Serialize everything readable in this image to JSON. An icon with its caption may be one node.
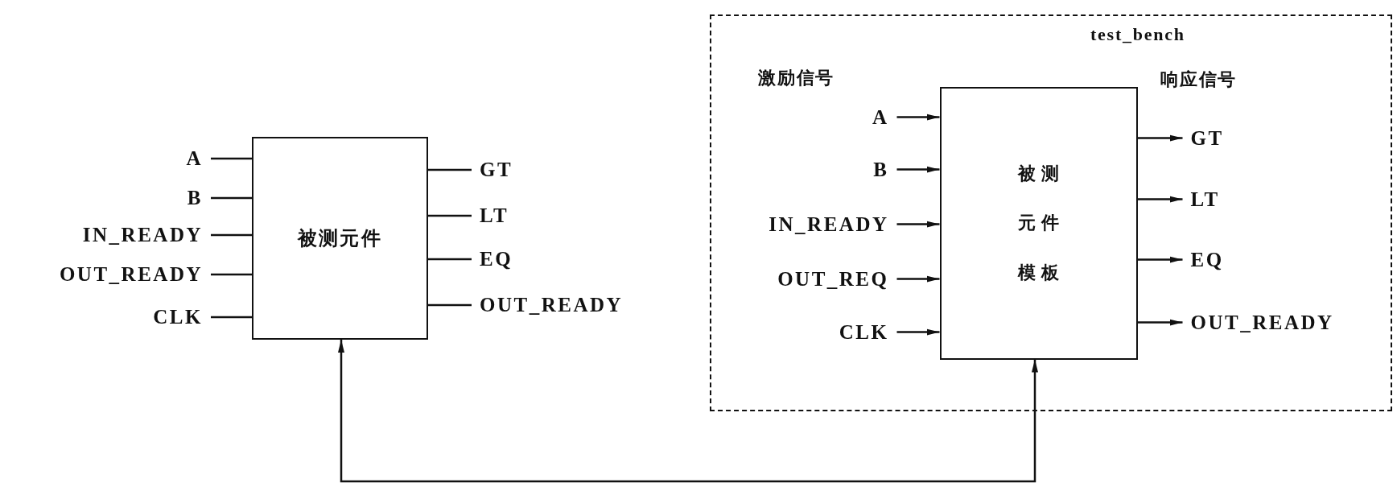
{
  "diagram": {
    "nodes": [
      {
        "text": [
          "被测元件"
        ]
      },
      {
        "text": [
          "A"
        ]
      },
      {
        "text": [
          "B"
        ]
      },
      {
        "text": [
          "IN_READY"
        ]
      },
      {
        "text": [
          "OUT_READY"
        ]
      },
      {
        "text": [
          "CLK"
        ]
      },
      {
        "text": [
          "GT"
        ]
      },
      {
        "text": [
          "LT"
        ]
      },
      {
        "text": [
          "EQ"
        ]
      },
      {
        "text": [
          "OUT_READY"
        ]
      },
      {
        "text": [
          "test_bench",
          "激励信号",
          "响应信号"
        ]
      },
      {
        "text": [
          "被测元件模板"
        ],
        "in": 10
      },
      {
        "text": [
          "A"
        ],
        "in": 10
      },
      {
        "text": [
          "B"
        ],
        "in": 10
      },
      {
        "text": [
          "IN_READY"
        ],
        "in": 10
      },
      {
        "text": [
          "OUT_REQ"
        ],
        "in": 10
      },
      {
        "text": [
          "CLK"
        ],
        "in": 10
      },
      {
        "text": [
          "GT"
        ],
        "in": 10
      },
      {
        "text": [
          "LT"
        ],
        "in": 10
      },
      {
        "text": [
          "EQ"
        ],
        "in": 10
      },
      {
        "text": [
          "OUT_READY"
        ],
        "in": 10
      }
    ],
    "edges": [
      {
        "from": 1,
        "to": 0,
        "arrow": "none"
      },
      {
        "from": 2,
        "to": 0,
        "arrow": "none"
      },
      {
        "from": 3,
        "to": 0,
        "arrow": "none"
      },
      {
        "from": 4,
        "to": 0,
        "arrow": "none"
      },
      {
        "from": 5,
        "to": 0,
        "arrow": "none"
      },
      {
        "from": 0,
        "to": 6,
        "arrow": "none"
      },
      {
        "from": 0,
        "to": 7,
        "arrow": "none"
      },
      {
        "from": 0,
        "to": 8,
        "arrow": "none"
      },
      {
        "from": 0,
        "to": 9,
        "arrow": "none"
      },
      {
        "from": 12,
        "to": 11,
        "arrow": "to"
      },
      {
        "from": 13,
        "to": 11,
        "arrow": "to"
      },
      {
        "from": 14,
        "to": 11,
        "arrow": "to"
      },
      {
        "from": 15,
        "to": 11,
        "arrow": "to"
      },
      {
        "from": 16,
        "to": 11,
        "arrow": "to"
      },
      {
        "from": 11,
        "to": 17,
        "arrow": "to"
      },
      {
        "from": 11,
        "to": 18,
        "arrow": "to"
      },
      {
        "from": 11,
        "to": 19,
        "arrow": "to"
      },
      {
        "from": 11,
        "to": 20,
        "arrow": "to"
      },
      {
        "from": 0,
        "to": 11,
        "arrow": "both"
      }
    ]
  }
}
